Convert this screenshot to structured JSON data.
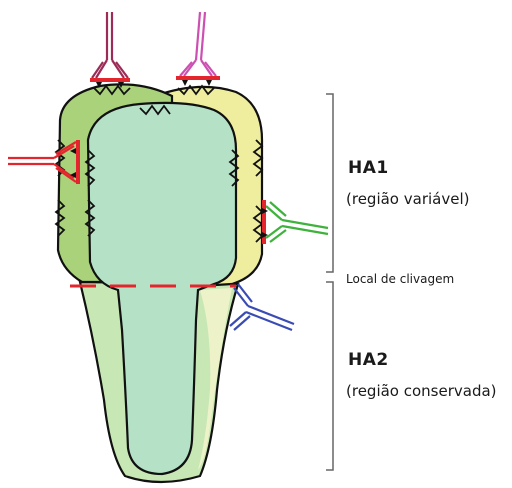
{
  "labels": {
    "ha1_title": "HA1",
    "ha1_subtitle": "(região variável)",
    "cleavage_site": "Local de clivagem",
    "ha2_title": "HA2",
    "ha2_subtitle": "(região conservada)"
  },
  "colors": {
    "outline": "#111111",
    "ha1_left_lobe": "#a9d27a",
    "ha1_right_lobe": "#eeee9e",
    "central_stalk": "#b5e2c6",
    "ha2_outer": "#c7e8b4",
    "cleavage_line": "#e3262d",
    "epitope_marker": "#e3262d",
    "antibody_maroon": "#9c2b57",
    "antibody_pink": "#cd4fb2",
    "antibody_red": "#e3262d",
    "antibody_green": "#3fb23d",
    "antibody_blue": "#3a4cb3",
    "bracket": "#666666"
  },
  "structures": [
    "ha1-head-left-lobe",
    "ha1-head-right-lobe",
    "central-core",
    "ha2-stalk",
    "cleavage-site-line",
    "antibody-top-maroon",
    "antibody-top-pink",
    "antibody-left-red",
    "antibody-right-green",
    "antibody-stalk-blue",
    "ha1-bracket",
    "ha2-bracket"
  ]
}
